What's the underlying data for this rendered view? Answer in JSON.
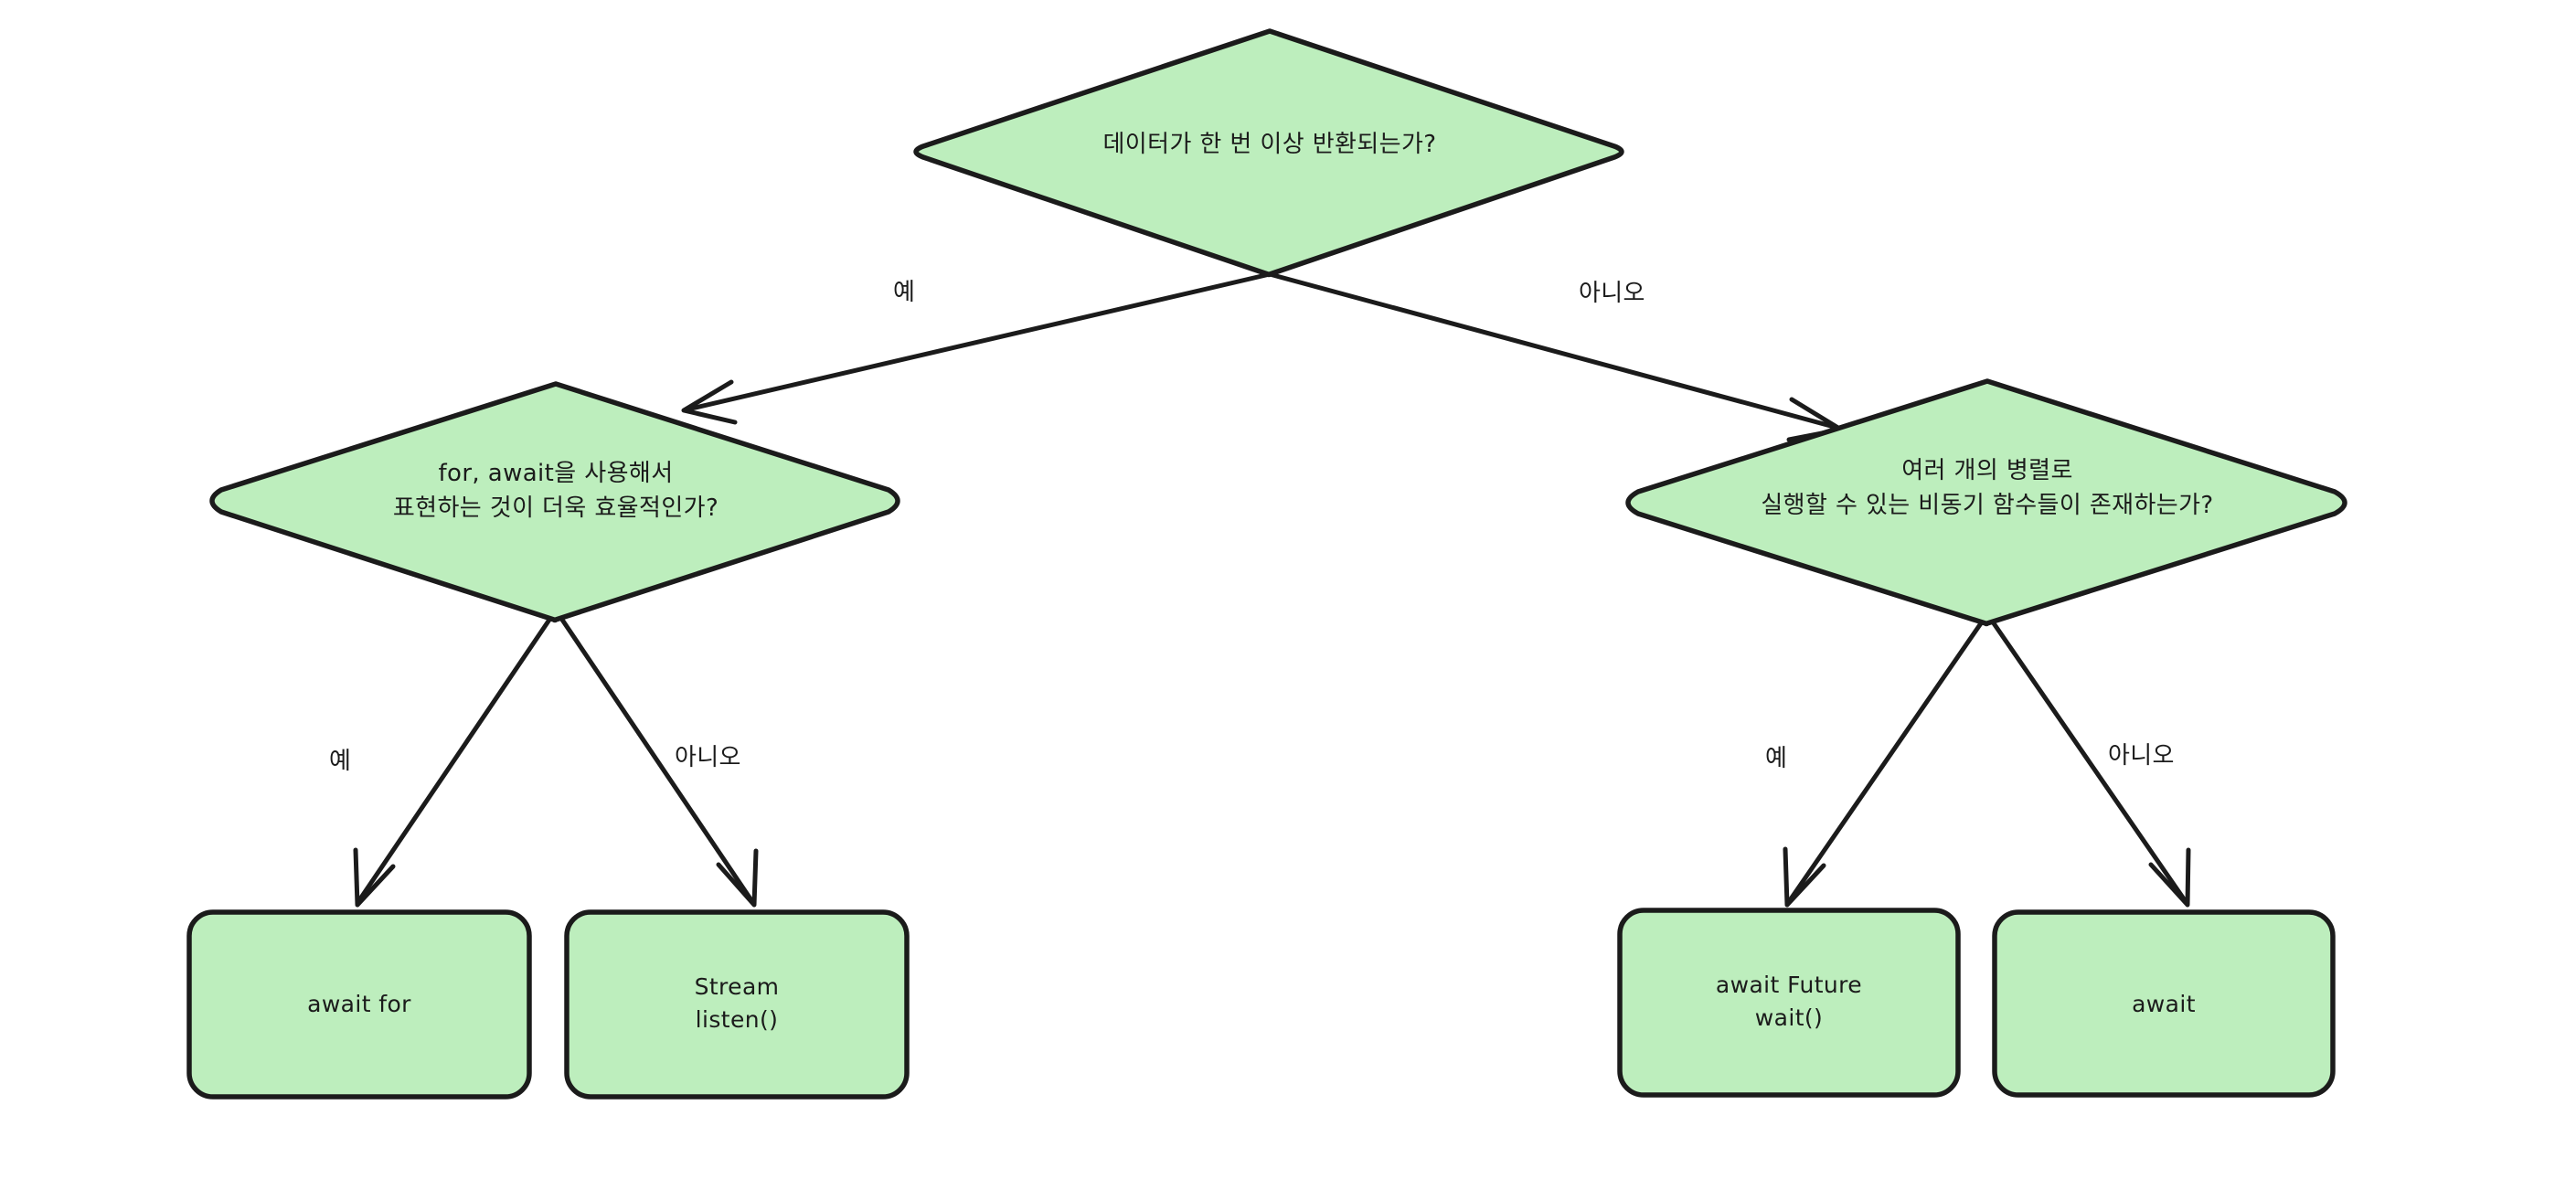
{
  "diagram": {
    "type": "flowchart",
    "title": "",
    "background_color": "#ffffff",
    "node_fill_color": "#bdeebd",
    "node_stroke_color": "#1b1b1b",
    "nodes": [
      {
        "id": "q-root",
        "shape": "diamond",
        "text": "데이터가 한 번 이상 반환되는가?"
      },
      {
        "id": "q-left",
        "shape": "diamond",
        "text": "for, await을 사용해서\n표현하는 것이 더욱 효율적인가?"
      },
      {
        "id": "q-right",
        "shape": "diamond",
        "text": "여러 개의 병렬로\n실행할 수 있는 비동기 함수들이 존재하는가?"
      },
      {
        "id": "r-await-for",
        "shape": "rounded-rect",
        "text": "await for"
      },
      {
        "id": "r-stream-listen",
        "shape": "rounded-rect",
        "text": "Stream\nlisten()"
      },
      {
        "id": "r-future-wait",
        "shape": "rounded-rect",
        "text": "await Future\nwait()"
      },
      {
        "id": "r-await",
        "shape": "rounded-rect",
        "text": "await"
      }
    ],
    "edges": [
      {
        "id": "e-root-left",
        "from": "q-root",
        "to": "q-left",
        "label": "예"
      },
      {
        "id": "e-root-right",
        "from": "q-root",
        "to": "q-right",
        "label": "아니오"
      },
      {
        "id": "e-left-yes",
        "from": "q-left",
        "to": "r-await-for",
        "label": "예"
      },
      {
        "id": "e-left-no",
        "from": "q-left",
        "to": "r-stream-listen",
        "label": "아니오"
      },
      {
        "id": "e-right-yes",
        "from": "q-right",
        "to": "r-future-wait",
        "label": "예"
      },
      {
        "id": "e-right-no",
        "from": "q-right",
        "to": "r-await",
        "label": "아니오"
      }
    ]
  }
}
